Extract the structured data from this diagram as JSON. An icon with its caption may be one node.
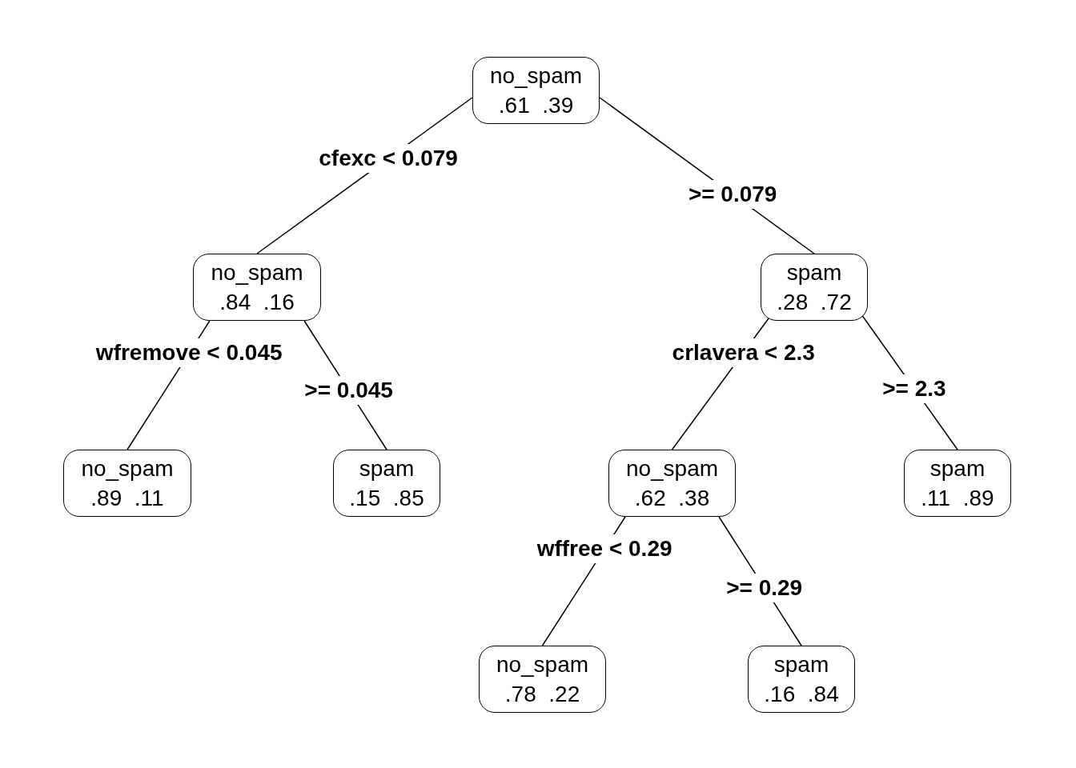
{
  "diagram": {
    "nodes": [
      {
        "text": [
          "no_spam",
          ".61  .39"
        ]
      },
      {
        "text": [
          "no_spam",
          ".84  .16"
        ]
      },
      {
        "text": [
          "spam",
          ".28  .72"
        ]
      },
      {
        "text": [
          "no_spam",
          ".89  .11"
        ]
      },
      {
        "text": [
          "spam",
          ".15  .85"
        ]
      },
      {
        "text": [
          "no_spam",
          ".62  .38"
        ]
      },
      {
        "text": [
          "spam",
          ".11  .89"
        ]
      },
      {
        "text": [
          "no_spam",
          ".78  .22"
        ]
      },
      {
        "text": [
          "spam",
          ".16  .84"
        ]
      }
    ],
    "edges": [
      {
        "from": 0,
        "to": 1,
        "arrow": "none",
        "label": "cfexc < 0.079"
      },
      {
        "from": 0,
        "to": 2,
        "arrow": "none",
        "label": ">= 0.079"
      },
      {
        "from": 1,
        "to": 3,
        "arrow": "none",
        "label": "wfremove < 0.045"
      },
      {
        "from": 1,
        "to": 4,
        "arrow": "none",
        "label": ">= 0.045"
      },
      {
        "from": 2,
        "to": 5,
        "arrow": "none",
        "label": "crlavera < 2.3"
      },
      {
        "from": 2,
        "to": 6,
        "arrow": "none",
        "label": ">= 2.3"
      },
      {
        "from": 5,
        "to": 7,
        "arrow": "none",
        "label": "wffree < 0.29"
      },
      {
        "from": 5,
        "to": 8,
        "arrow": "none",
        "label": ">= 0.29"
      }
    ]
  }
}
